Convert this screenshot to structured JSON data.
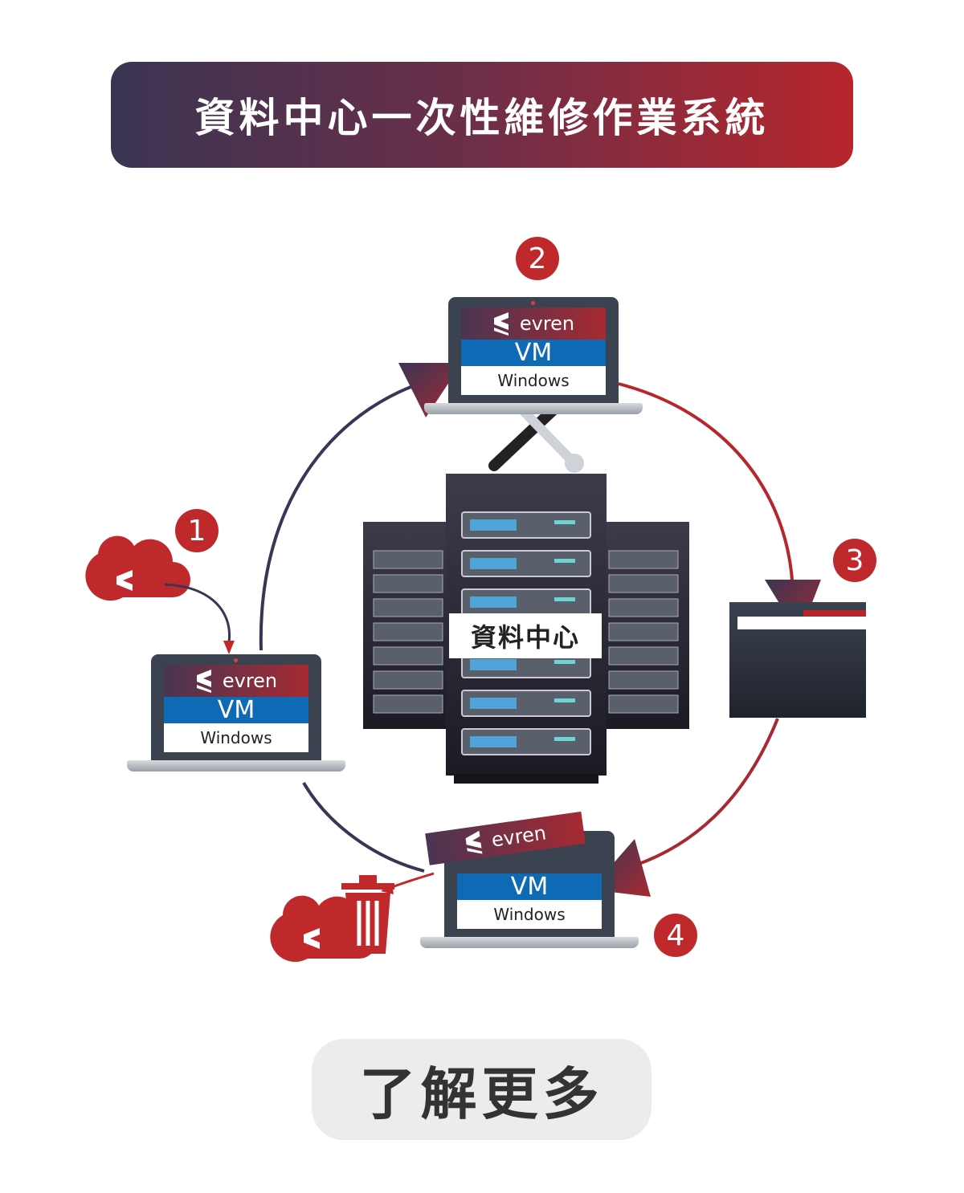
{
  "title": "資料中心一次性維修作業系統",
  "datacenter_label": "資料中心",
  "laptop": {
    "brand": "evren",
    "vm": "VM",
    "os": "Windows"
  },
  "steps": [
    "1",
    "2",
    "3",
    "4"
  ],
  "button_label": "了解更多",
  "colors": {
    "red": "#c0292b",
    "dark": "#3a3553",
    "blue": "#0f6ab5"
  }
}
